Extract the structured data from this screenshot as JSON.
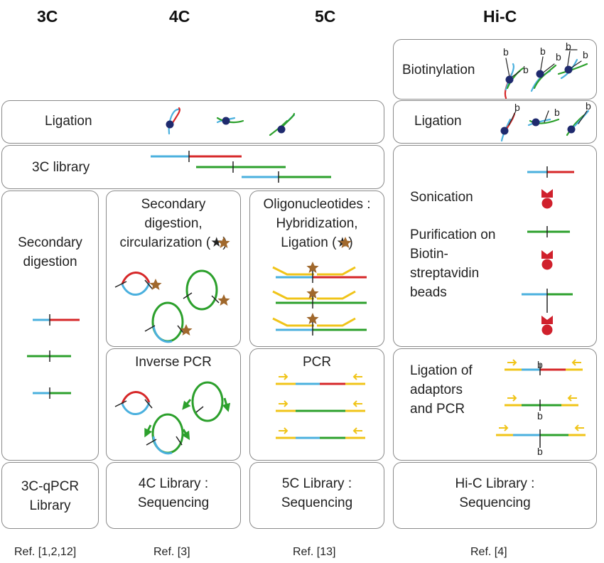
{
  "headers": {
    "c3": "3C",
    "c4": "4C",
    "c5": "5C",
    "hic": "Hi-C"
  },
  "steps": {
    "biotinylation": "Biotinylation",
    "ligation": "Ligation",
    "hic_ligation": "Ligation",
    "library_3c": "3C library",
    "secondary_digestion": [
      "Secondary",
      "digestion"
    ],
    "c4_digestion": [
      "Secondary",
      "digestion,",
      "circularization (★)"
    ],
    "c5_oligo": [
      "Oligonucleotides :",
      "Hybridization,",
      "Ligation (★)"
    ],
    "hic_sonication": "Sonication",
    "hic_purification": [
      "Purification on",
      "Biotin-",
      "streptavidin",
      "beads"
    ],
    "inverse_pcr": "Inverse PCR",
    "pcr": "PCR",
    "hic_adaptors": [
      "Ligation of",
      "adaptors",
      "and PCR"
    ]
  },
  "libraries": {
    "c3": [
      "3C-qPCR",
      "Library"
    ],
    "c4": [
      "4C Library :",
      "Sequencing"
    ],
    "c5": [
      "5C Library :",
      "Sequencing"
    ],
    "hic": [
      "Hi-C Library :",
      "Sequencing"
    ]
  },
  "references": {
    "c3": "Ref. [1,2,12]",
    "c4": "Ref. [3]",
    "c5": "Ref. [13]",
    "hic": "Ref. [4]"
  },
  "biotin_label": "b",
  "colors": {
    "blue": "#4ab0de",
    "red": "#d62728",
    "green": "#2ca02c",
    "yellow": "#f0c419",
    "star": "#a0682c",
    "bead": "#d0202c",
    "node": "#1f2a6e",
    "border": "#8a8a8a"
  }
}
